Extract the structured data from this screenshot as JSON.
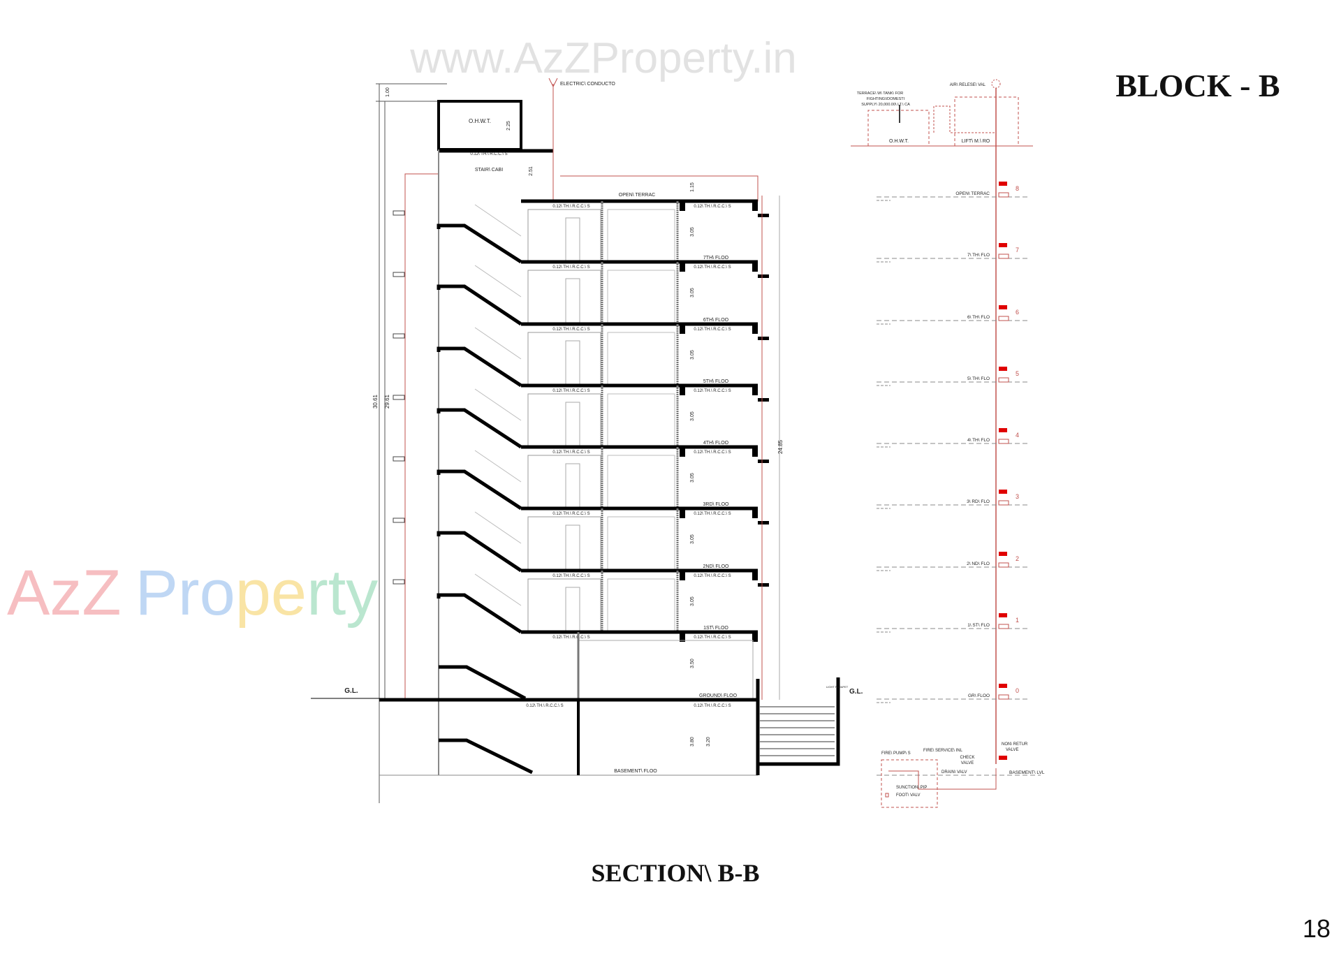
{
  "header": {
    "block_title": "BLOCK - B",
    "page_number": "18"
  },
  "footer": {
    "section_title": "SECTION\\ B-B"
  },
  "watermarks": {
    "url": "www.AzZProperty.in",
    "logo": "AzZ Property"
  },
  "colors": {
    "slab": "#000000",
    "riser": "#c0504d",
    "valve": "#e00000",
    "watermark_gray": "#e2e2e2"
  },
  "section": {
    "ohwt_label": "O.H.W.T.",
    "ohwt_height": "2.25",
    "electric_conduct": "ELECTRIC\\ CONDUCTO",
    "stair_cabin": "STAIR\\ CABI",
    "stair_cabin_height": "2.51",
    "open_terrace": "OPEN\\ TERRAC",
    "parapet_height": "1.15",
    "slab_note": "0.12\\ TH.\\ R.C.C.\\ S",
    "floor_height": "3.05",
    "ground_height": "3.50",
    "basement_height": "3.80",
    "basement_clear": "3.20",
    "floors": [
      "7TH\\ FLOO",
      "6TH\\ FLOO",
      "5TH\\ FLOO",
      "4TH\\ FLOO",
      "3RD\\ FLOO",
      "2ND\\ FLOO",
      "1ST\\ FLOO"
    ],
    "ground_floor": "GROUND\\ FLOO",
    "basement_floor": "BASEMENT\\ FLOO",
    "gl_label": "G.L.",
    "dim_total": "30.61",
    "dim_building": "29.61",
    "dim_top": "1.00",
    "dim_right": "24.85",
    "light_parapet": "LIGHT PARAPET"
  },
  "riser": {
    "air_release": "AIR\\ RELESE\\ VAL",
    "terrace_tank_note": [
      "TERRACE\\ W\\ TANK\\ FOR",
      "FIGHTING\\/DOMESTI",
      "SUPPLY\\ 20,000.00\\ LT.\\ CA"
    ],
    "ohwt": "O.H.W.T.",
    "lift_room": "LIFT\\ M.\\ RO",
    "levels": [
      {
        "label": "OPEN\\ TERRAC",
        "valve": "8"
      },
      {
        "label": "7\\ TH\\ FLO",
        "valve": "7"
      },
      {
        "label": "6\\ TH\\ FLO",
        "valve": "6"
      },
      {
        "label": "5\\ TH\\ FLO",
        "valve": "5"
      },
      {
        "label": "4\\ TH\\ FLO",
        "valve": "4"
      },
      {
        "label": "3\\ RD\\ FLO",
        "valve": "3"
      },
      {
        "label": "2\\ ND\\ FLO",
        "valve": "2"
      },
      {
        "label": "1\\ ST\\ FLO",
        "valve": "1"
      },
      {
        "label": "GR\\ FLOO",
        "valve": "0"
      }
    ],
    "basement_level": "BASEMENT\\ LVL",
    "fire_pumps": "FIRE\\ PUMP\\ S",
    "fire_service_inlet": "FIRE\\ SERVICE\\ INL",
    "check_valve": [
      "CHECK",
      "VALVE"
    ],
    "non_return_valve": [
      "NON\\ RETUR",
      "VALVE"
    ],
    "drain_valve": "DRAIN\\ VALV",
    "suction_pipe": "SUNCTION\\ PIP",
    "foot_valve": "FOOT\\ VALV",
    "gl_label": "G.L."
  }
}
